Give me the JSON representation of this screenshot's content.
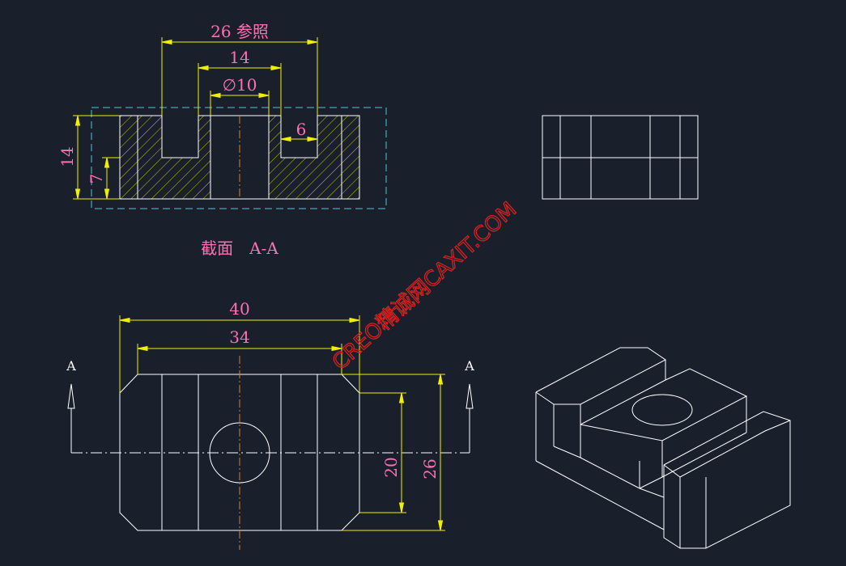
{
  "section": {
    "label": "截面　A-A",
    "dims": {
      "ref_width": "26 参照",
      "slot_width": "14",
      "hole_dia": "∅10",
      "rib": "6",
      "height": "14",
      "half_height": "7"
    }
  },
  "plan": {
    "dims": {
      "overall_width": "40",
      "inner_width": "34",
      "inner_height": "20",
      "overall_height": "26"
    },
    "cut_marks": [
      "A",
      "A"
    ]
  },
  "watermark": "CREO精诚网CAXIT.COM",
  "colors": {
    "background": "#1a1f2c",
    "geometry": "#ffffff",
    "dimension": "#f0f000",
    "dimension_text": "#ff6fb4",
    "hatch": "#c8c800",
    "section_box": "#4fc9d8",
    "centerline": "#d97c2a",
    "watermark": "#e0201c"
  }
}
